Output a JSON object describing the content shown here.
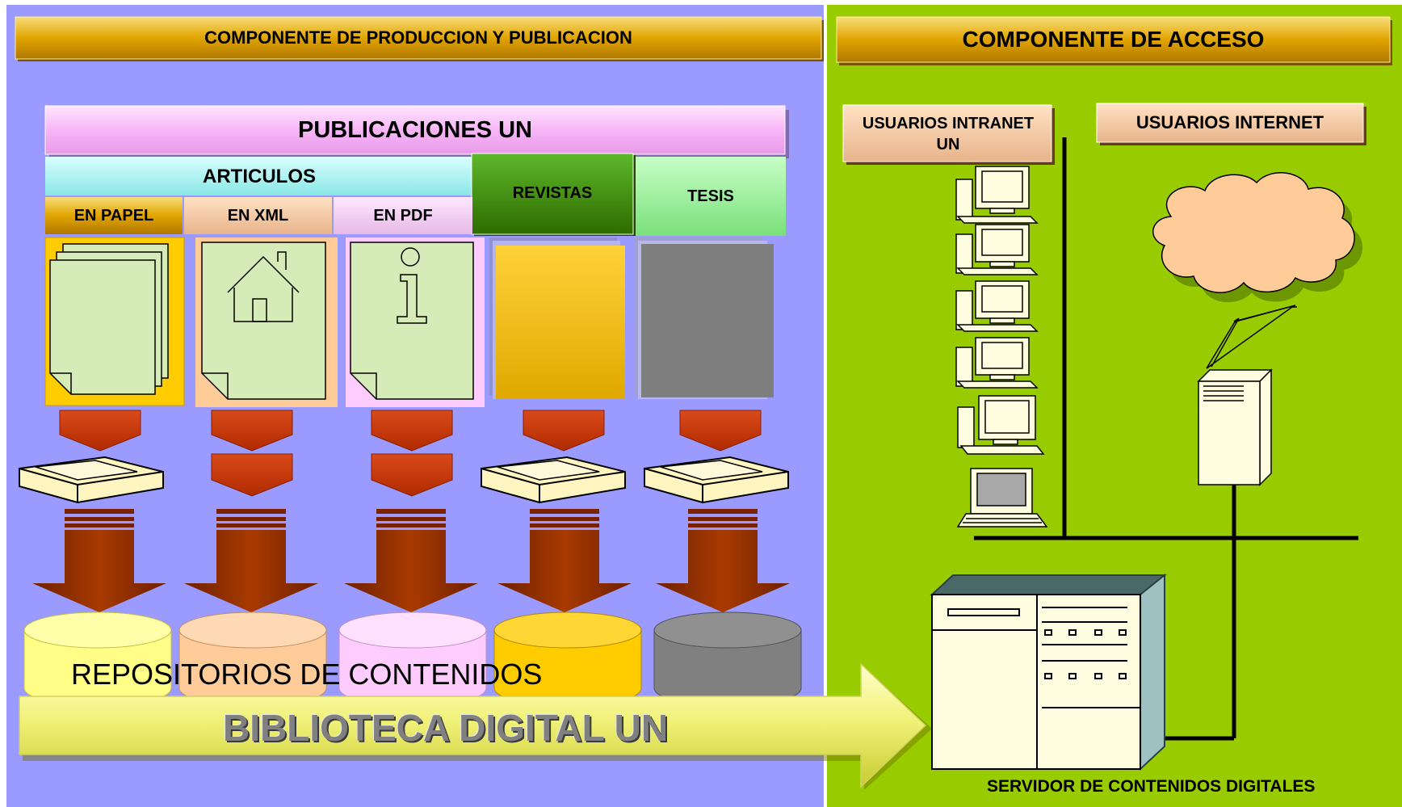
{
  "left_panel": {
    "title": "COMPONENTE DE PRODUCCION Y PUBLICACION",
    "publicaciones": "PUBLICACIONES UN",
    "articulos": "ARTICULOS",
    "revistas": "REVISTAS",
    "tesis": "TESIS",
    "formats": [
      "EN PAPEL",
      "EN XML",
      "EN PDF"
    ],
    "repositorios": "REPOSITORIOS DE CONTENIDOS",
    "biblioteca": "BIBLIOTECA DIGITAL UN"
  },
  "right_panel": {
    "title": "COMPONENTE DE ACCESO",
    "intranet": "USUARIOS INTRANET UN",
    "internet": "USUARIOS INTERNET",
    "servidor": "SERVIDOR DE CONTENIDOS DIGITALES"
  },
  "colors": {
    "left_bg": "#9a9aff",
    "right_bg": "#99cc00",
    "title_gold": "#e1a400",
    "pink": "#ffccff",
    "cyan": "#99ffff",
    "green_dark": "#339900",
    "green_light": "#99ff99",
    "peach": "#ffcc99",
    "yellow": "#ffcc00",
    "grey": "#808080",
    "chevron": "#cc3300",
    "arrow_brown": "#993300"
  },
  "icons": [
    "stacked-documents-icon",
    "house-document-icon",
    "info-document-icon",
    "scanner-icon",
    "database-cylinder-icon",
    "desktop-computer-icon",
    "laptop-icon",
    "cloud-icon",
    "tower-server-icon",
    "rack-server-icon"
  ]
}
